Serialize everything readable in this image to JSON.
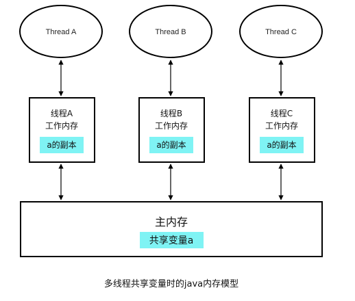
{
  "threads": [
    {
      "thread_label": "Thread A",
      "memory_title": [
        "线程A",
        "工作内存"
      ],
      "copy_label": "a的副本"
    },
    {
      "thread_label": "Thread B",
      "memory_title": [
        "线程B",
        "工作内存"
      ],
      "copy_label": "a的副本"
    },
    {
      "thread_label": "Thread C",
      "memory_title": [
        "线程C",
        "工作内存"
      ],
      "copy_label": "a的副本"
    }
  ],
  "main_memory": {
    "title": "主内存",
    "shared_variable": "共享变量a"
  },
  "caption": "多线程共享变量时的java内存模型",
  "colors": {
    "highlight": "#7ff3f4",
    "stroke": "#000000"
  }
}
